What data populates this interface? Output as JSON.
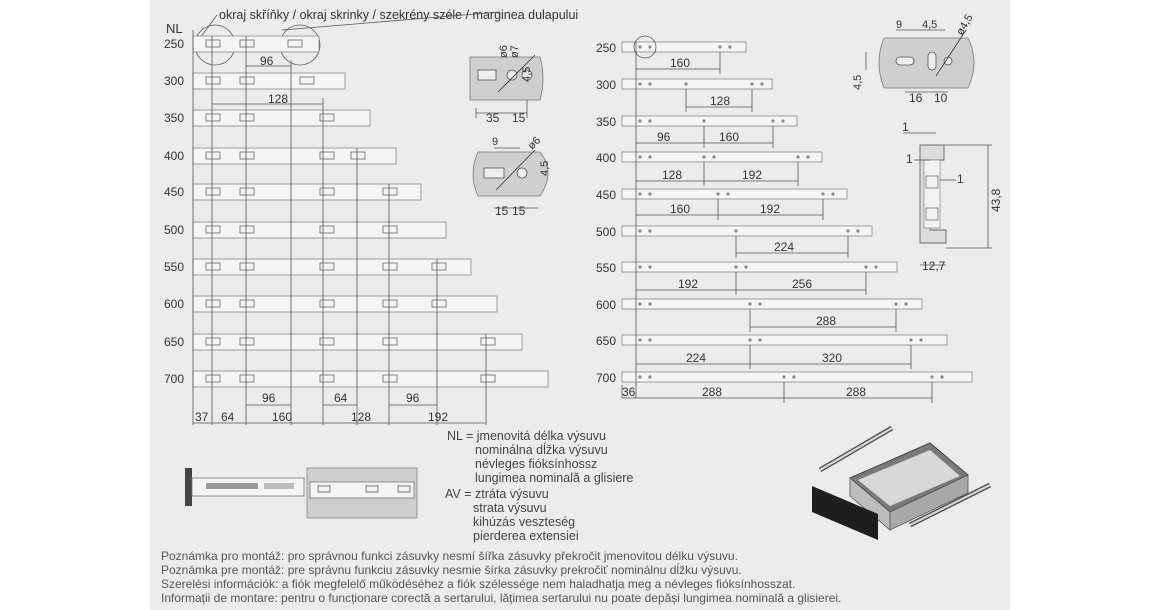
{
  "edge_label": "okraj skříňky / okraj skrinky / szekrény széle / marginea dulapului",
  "nl_header": "NL",
  "lengths": [
    "250",
    "300",
    "350",
    "400",
    "450",
    "500",
    "550",
    "600",
    "650",
    "700"
  ],
  "left_dims_top": [
    "96",
    "128"
  ],
  "left_dims_bottom": [
    "37",
    "64",
    "96",
    "160",
    "64",
    "128",
    "96",
    "192"
  ],
  "right_dims": {
    "r250": [
      "160"
    ],
    "r300": [
      "128"
    ],
    "r350": [
      "96",
      "160"
    ],
    "r400": [
      "128",
      "192"
    ],
    "r450": [
      "160",
      "192"
    ],
    "r500": [
      "224"
    ],
    "r550": [
      "192",
      "256"
    ],
    "r600": [
      "288"
    ],
    "r650": [
      "224",
      "320"
    ],
    "r700": [
      "36",
      "288",
      "288"
    ]
  },
  "detail_a": {
    "d1": "ø6",
    "d2": "ø7",
    "d3": "4,5",
    "w1": "35",
    "w2": "15"
  },
  "detail_b": {
    "d1": "9",
    "d2": "ø6",
    "d3": "4,5",
    "w1": "15",
    "w2": "15"
  },
  "detail_c": {
    "d1": "9",
    "d2": "4,5",
    "d3": "ø4,5",
    "h": "4,5",
    "w1": "16",
    "w2": "10"
  },
  "profile": {
    "a": "1",
    "b": "1",
    "c": "1",
    "h": "43,8",
    "w": "12,7"
  },
  "legend_nl": {
    "key": "NL =",
    "lines": [
      "jmenovitá délka výsuvu",
      "nominálna dĺžka výsuvu",
      "névleges fióksínhossz",
      "lungimea nominală a glisiere"
    ]
  },
  "legend_av": {
    "key": "AV =",
    "lines": [
      "ztráta výsuvu",
      "strata výsuvu",
      "kihúzás veszteség",
      "pierderea extensiei"
    ]
  },
  "notes": [
    "Poznámka pro montáž: pro správnou funkci zásuvky nesmí šířka zásuvky překročit jmenovitou délku výsuvu.",
    "Poznámka pre montáž: pre správnu funkciu zásuvky nesmie šírka zásuvky prekročiť nominálnu dĺžku výsuvu.",
    "Szerelési információk: a fiók megfelelő működéséhez a fiók szélessége nem haladhatja meg a névleges fióksínhosszat.",
    "Informații de montare: pentru o funcționare corectă a sertarului, lățimea sertarului nu poate depăși lungimea nominală a glisierei."
  ]
}
